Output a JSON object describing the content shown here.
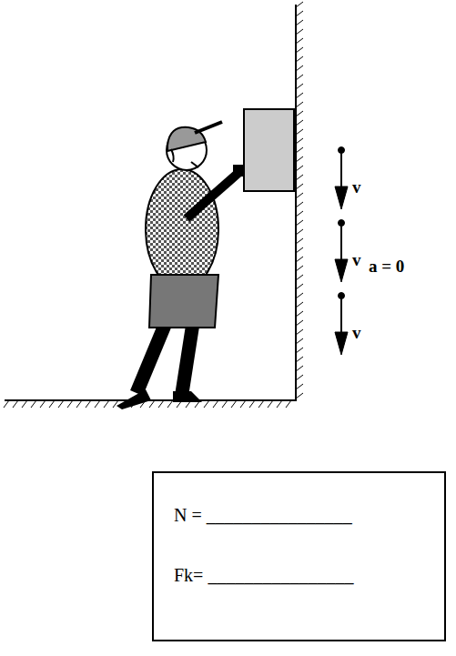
{
  "diagram": {
    "nodes": [
      {
        "text": [
          "N = ________________",
          "Fk= ________________"
        ]
      }
    ],
    "labels": [
      "v",
      "v",
      "v",
      "a = 0"
    ]
  }
}
